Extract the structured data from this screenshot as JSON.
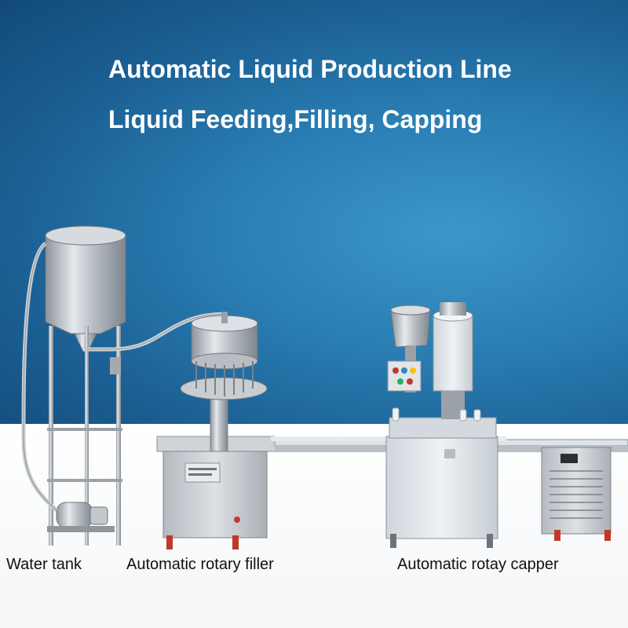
{
  "header": {
    "title": "Automatic Liquid Production Line",
    "subtitle": "Liquid Feeding,Filling, Capping"
  },
  "captions": {
    "water_tank": "Water tank",
    "rotary_filler": "Automatic rotary filler",
    "rotary_capper": "Automatic rotay capper"
  },
  "colors": {
    "background_blue": "#2a7fb4",
    "steel": "#c9ced3",
    "capper_body": "#e9eef2",
    "accent_red": "#c0392b"
  }
}
